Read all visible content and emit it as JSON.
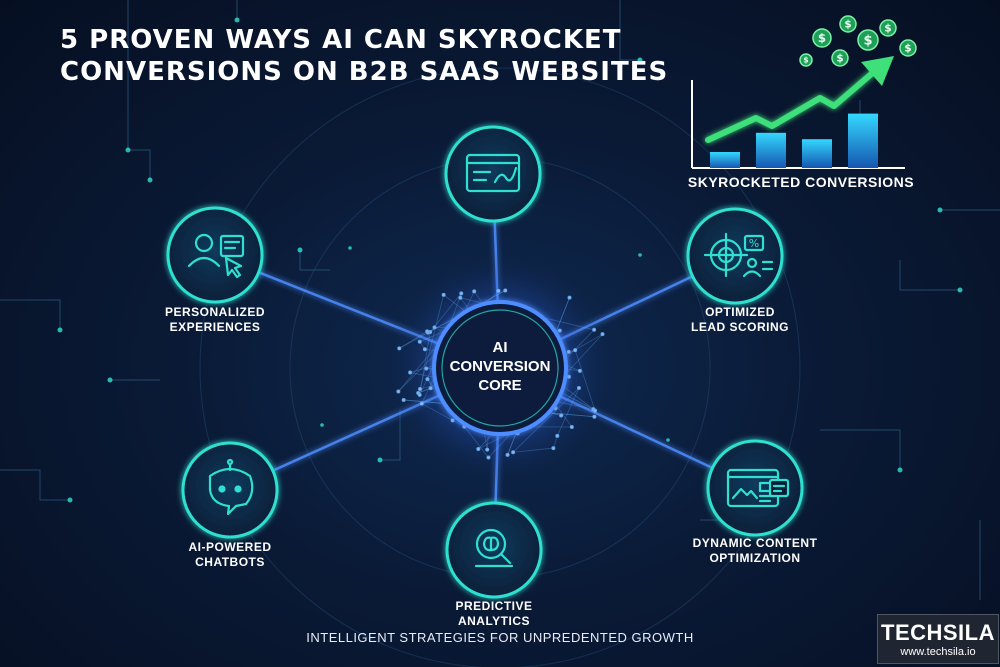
{
  "title": {
    "line1": "5 PROVEN WAYS AI CAN SKYROCKET",
    "line2": "CONVERSIONS ON B2B SAAS WEBSITES"
  },
  "core": {
    "line1": "AI",
    "line2": "CONVERSION",
    "line3": "CORE"
  },
  "nodes": [
    {
      "id": "top",
      "icon": "website-chart-icon",
      "lines": []
    },
    {
      "id": "personalized",
      "icon": "user-profile-cursor-icon",
      "lines": [
        "PERSONALIZED",
        "EXPERIENCES"
      ]
    },
    {
      "id": "lead-scoring",
      "icon": "target-percent-icon",
      "lines": [
        "OPTIMIZED",
        "LEAD SCORING"
      ]
    },
    {
      "id": "chatbots",
      "icon": "chatbot-icon",
      "lines": [
        "AI-POWERED",
        "CHATBOTS"
      ]
    },
    {
      "id": "predictive",
      "icon": "brain-magnifier-icon",
      "lines": [
        "PREDICTIVE",
        "ANALYTICS"
      ]
    },
    {
      "id": "dynamic-content",
      "icon": "web-layout-icon",
      "lines": [
        "DYNAMIC CONTENT",
        "OPTIMIZATION"
      ]
    }
  ],
  "growth_chart": {
    "caption": "SKYROCKETED CONVERSIONS",
    "bars": [
      0.25,
      0.55,
      0.45,
      0.85
    ],
    "currency_symbol": "$"
  },
  "tagline": "INTELLIGENT STRATEGIES FOR UNPREDENTED GROWTH",
  "brand": {
    "name": "TECHSILA",
    "url": "www.techsila.io"
  },
  "colors": {
    "teal": "#2fe0d0",
    "blue": "#3a7bff",
    "core_glow": "#4d8dff",
    "green": "#3ee07a",
    "background": "#0a1a36"
  }
}
